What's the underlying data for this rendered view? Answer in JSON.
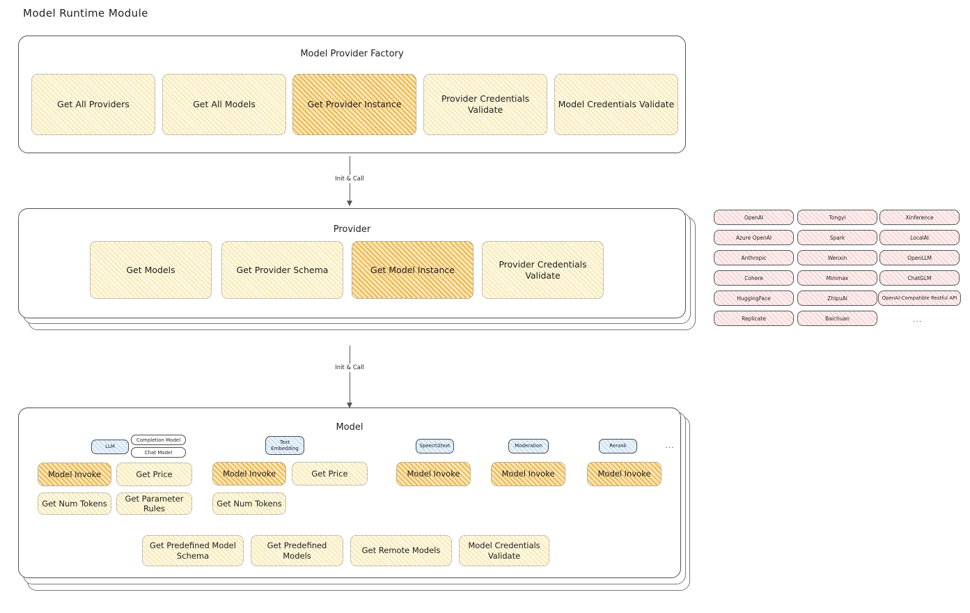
{
  "page": {
    "title": "Model Runtime Module"
  },
  "colors": {
    "amber_light": "#fdf8e4",
    "amber_strong": "#fbe8bc",
    "amber_stroke": "#f2c94c",
    "pink": "#fdeeee",
    "blue": "#e8f2fb",
    "border": "#4f4f4f",
    "text": "#1e1e1e"
  },
  "factory": {
    "title": "Model Provider Factory",
    "nodes": [
      {
        "label": "Get All Providers",
        "highlighted": false
      },
      {
        "label": "Get All Models",
        "highlighted": false
      },
      {
        "label": "Get Provider Instance",
        "highlighted": true
      },
      {
        "label": "Provider Credentials Validate",
        "highlighted": false
      },
      {
        "label": "Model Credentials Validate",
        "highlighted": false
      }
    ]
  },
  "connector_1": {
    "label": "Init & Call"
  },
  "provider": {
    "title": "Provider",
    "nodes": [
      {
        "label": "Get Models",
        "highlighted": false
      },
      {
        "label": "Get Provider Schema",
        "highlighted": false
      },
      {
        "label": "Get Model Instance",
        "highlighted": true
      },
      {
        "label": "Provider Credentials Validate",
        "highlighted": false
      }
    ]
  },
  "provider_list": {
    "columns": [
      {
        "items": [
          "OpenAI",
          "Azure OpenAI",
          "Anthropic",
          "Cohere",
          "HuggingFace",
          "Replicate"
        ]
      },
      {
        "items": [
          "Tongyi",
          "Spark",
          "Wenxin",
          "Minimax",
          "ZhipuAI",
          "Baichuan"
        ]
      },
      {
        "items": [
          "Xinference",
          "LocalAI",
          "OpenLLM",
          "ChatGLM",
          "OpenAI-Compatible Restful API"
        ]
      }
    ],
    "more": "..."
  },
  "connector_2": {
    "label": "Init & Call"
  },
  "model": {
    "title": "Model",
    "more": "...",
    "types": [
      {
        "name": "LLM",
        "subtypes": [
          "Completion Model",
          "Chat Model"
        ],
        "methods": [
          {
            "label": "Model Invoke",
            "highlighted": true
          },
          {
            "label": "Get Price",
            "highlighted": false
          },
          {
            "label": "Get Num Tokens",
            "highlighted": false
          },
          {
            "label": "Get Parameter Rules",
            "highlighted": false
          }
        ]
      },
      {
        "name": "Text Embedding",
        "subtypes": [],
        "methods": [
          {
            "label": "Model Invoke",
            "highlighted": true
          },
          {
            "label": "Get Price",
            "highlighted": false
          },
          {
            "label": "Get Num Tokens",
            "highlighted": false
          }
        ]
      },
      {
        "name": "Speech2text",
        "subtypes": [],
        "methods": [
          {
            "label": "Model Invoke",
            "highlighted": true
          }
        ]
      },
      {
        "name": "Moderation",
        "subtypes": [],
        "methods": [
          {
            "label": "Model Invoke",
            "highlighted": true
          }
        ]
      },
      {
        "name": "Rerank",
        "subtypes": [],
        "methods": [
          {
            "label": "Model Invoke",
            "highlighted": true
          }
        ]
      }
    ],
    "common_methods": [
      {
        "label": "Get Predefined Model Schema"
      },
      {
        "label": "Get Predefined Models"
      },
      {
        "label": "Get Remote Models"
      },
      {
        "label": "Model Credentials Validate"
      }
    ]
  }
}
